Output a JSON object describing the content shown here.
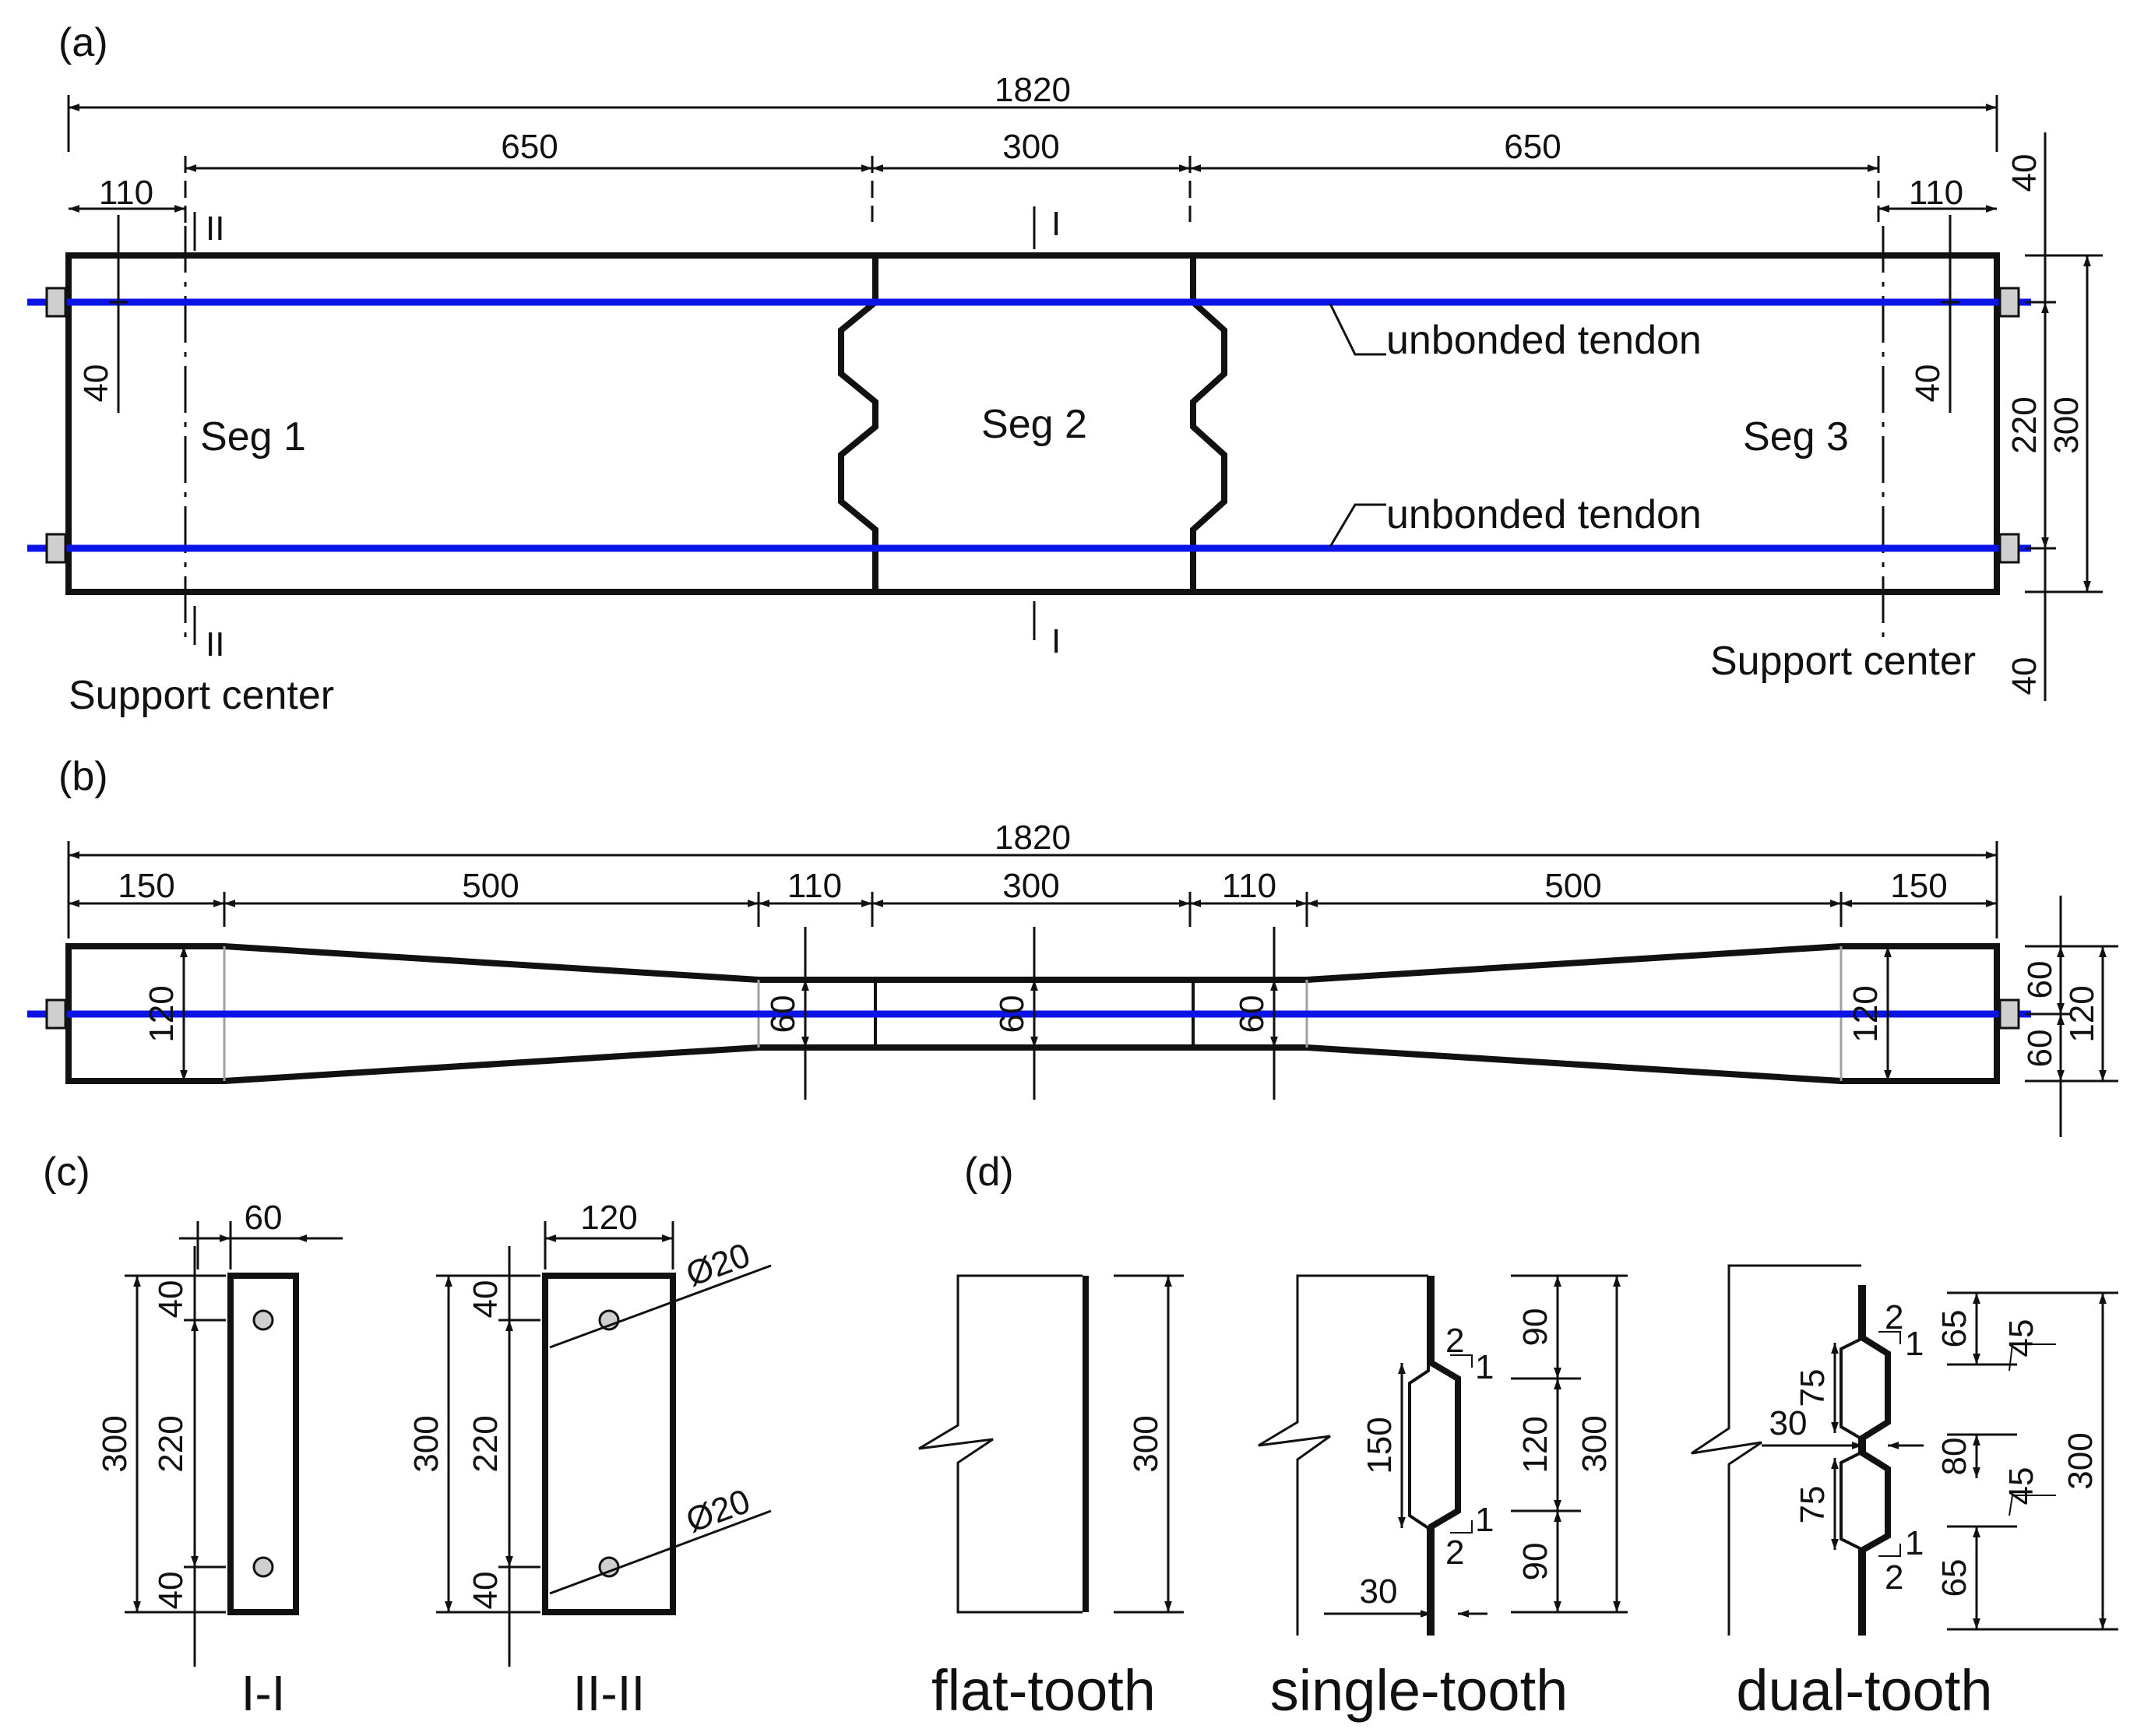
{
  "panels": {
    "a": "(a)",
    "b": "(b)",
    "c": "(c)",
    "d": "(d)"
  },
  "colors": {
    "tendon": "#0a14e6",
    "line": "#111111",
    "anchor": "#cfcfcf",
    "hatch": "#a0a0a0"
  },
  "panel_a": {
    "overall": "1820",
    "spans": [
      "650",
      "300",
      "650"
    ],
    "end_offsets": [
      "110",
      "110"
    ],
    "vertical": {
      "top_cover": "40",
      "inner": "220",
      "depth": "300",
      "bottom_cover": "40",
      "left_cover": "40",
      "right_cover": "40"
    },
    "segments": [
      "Seg 1",
      "Seg 2",
      "Seg 3"
    ],
    "tendon_labels": [
      "unbonded tendon",
      "unbonded tendon"
    ],
    "supports": [
      "Support center",
      "Support center"
    ],
    "section_marks": {
      "one": "I",
      "two": "II"
    }
  },
  "panel_b": {
    "overall": "1820",
    "spans": [
      "150",
      "500",
      "110",
      "300",
      "110",
      "500",
      "150"
    ],
    "widths": [
      "120",
      "60",
      "60",
      "60",
      "120"
    ],
    "right_dims": [
      "60",
      "60",
      "120"
    ]
  },
  "panel_c": {
    "sections": [
      {
        "label": "I-I",
        "width": "60",
        "depth": "300",
        "cover_top": "40",
        "inner": "220",
        "cover_bottom": "40"
      },
      {
        "label": "II-II",
        "width": "120",
        "depth": "300",
        "cover_top": "40",
        "inner": "220",
        "cover_bottom": "40",
        "holes": [
          "Ø20",
          "Ø20"
        ]
      }
    ]
  },
  "panel_d": {
    "joints": [
      {
        "label": "flat-tooth",
        "depth": "300"
      },
      {
        "label": "single-tooth",
        "tooth_height": "150",
        "offset": "30",
        "slope": [
          "2",
          "1",
          "2",
          "1"
        ],
        "depths": [
          "90",
          "120",
          "90",
          "300"
        ]
      },
      {
        "label": "dual-tooth",
        "tooth_heights": [
          "75",
          "75"
        ],
        "offset": "30",
        "slope": [
          "2",
          "1",
          "2",
          "1"
        ],
        "depths": [
          "65",
          "80",
          "65",
          "300"
        ],
        "angles": [
          "45",
          "45"
        ]
      }
    ]
  }
}
